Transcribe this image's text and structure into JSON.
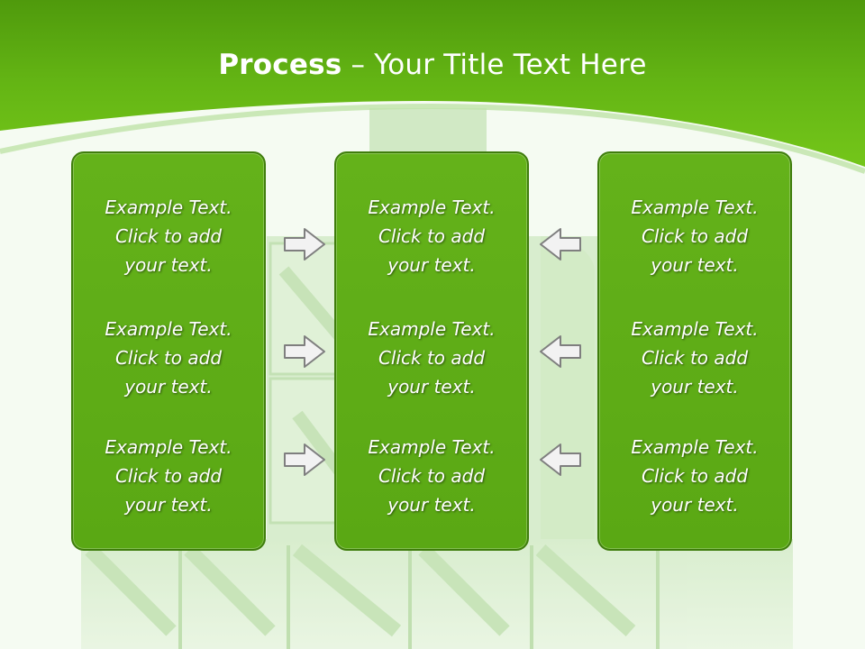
{
  "slide": {
    "title_bold": "Process",
    "title_rest": " – Your Title Text Here",
    "columns": [
      {
        "blocks": [
          {
            "l1": "Example Text.",
            "l2": "Click  to add",
            "l3": "your text."
          },
          {
            "l1": "Example Text.",
            "l2": "Click  to add",
            "l3": "your text."
          },
          {
            "l1": "Example Text.",
            "l2": "Click  to add",
            "l3": "your text."
          }
        ]
      },
      {
        "blocks": [
          {
            "l1": "Example Text.",
            "l2": "Click  to add",
            "l3": "your text."
          },
          {
            "l1": "Example Text.",
            "l2": "Click  to add",
            "l3": "your text."
          },
          {
            "l1": "Example Text.",
            "l2": "Click  to add",
            "l3": "your text."
          }
        ]
      },
      {
        "blocks": [
          {
            "l1": "Example Text.",
            "l2": "Click  to add",
            "l3": "your text."
          },
          {
            "l1": "Example Text.",
            "l2": "Click  to add",
            "l3": "your text."
          },
          {
            "l1": "Example Text.",
            "l2": "Click  to add",
            "l3": "your text."
          }
        ]
      }
    ]
  },
  "colors": {
    "header_green": "#6cc215",
    "panel_green": "#5fac17",
    "panel_border": "#3f7d0c",
    "arrow_fill": "#f2f2f2",
    "arrow_stroke": "#7f7f7f"
  },
  "icons": {
    "right_arrows": "arrow-right-icon",
    "left_arrows": "arrow-left-icon"
  }
}
